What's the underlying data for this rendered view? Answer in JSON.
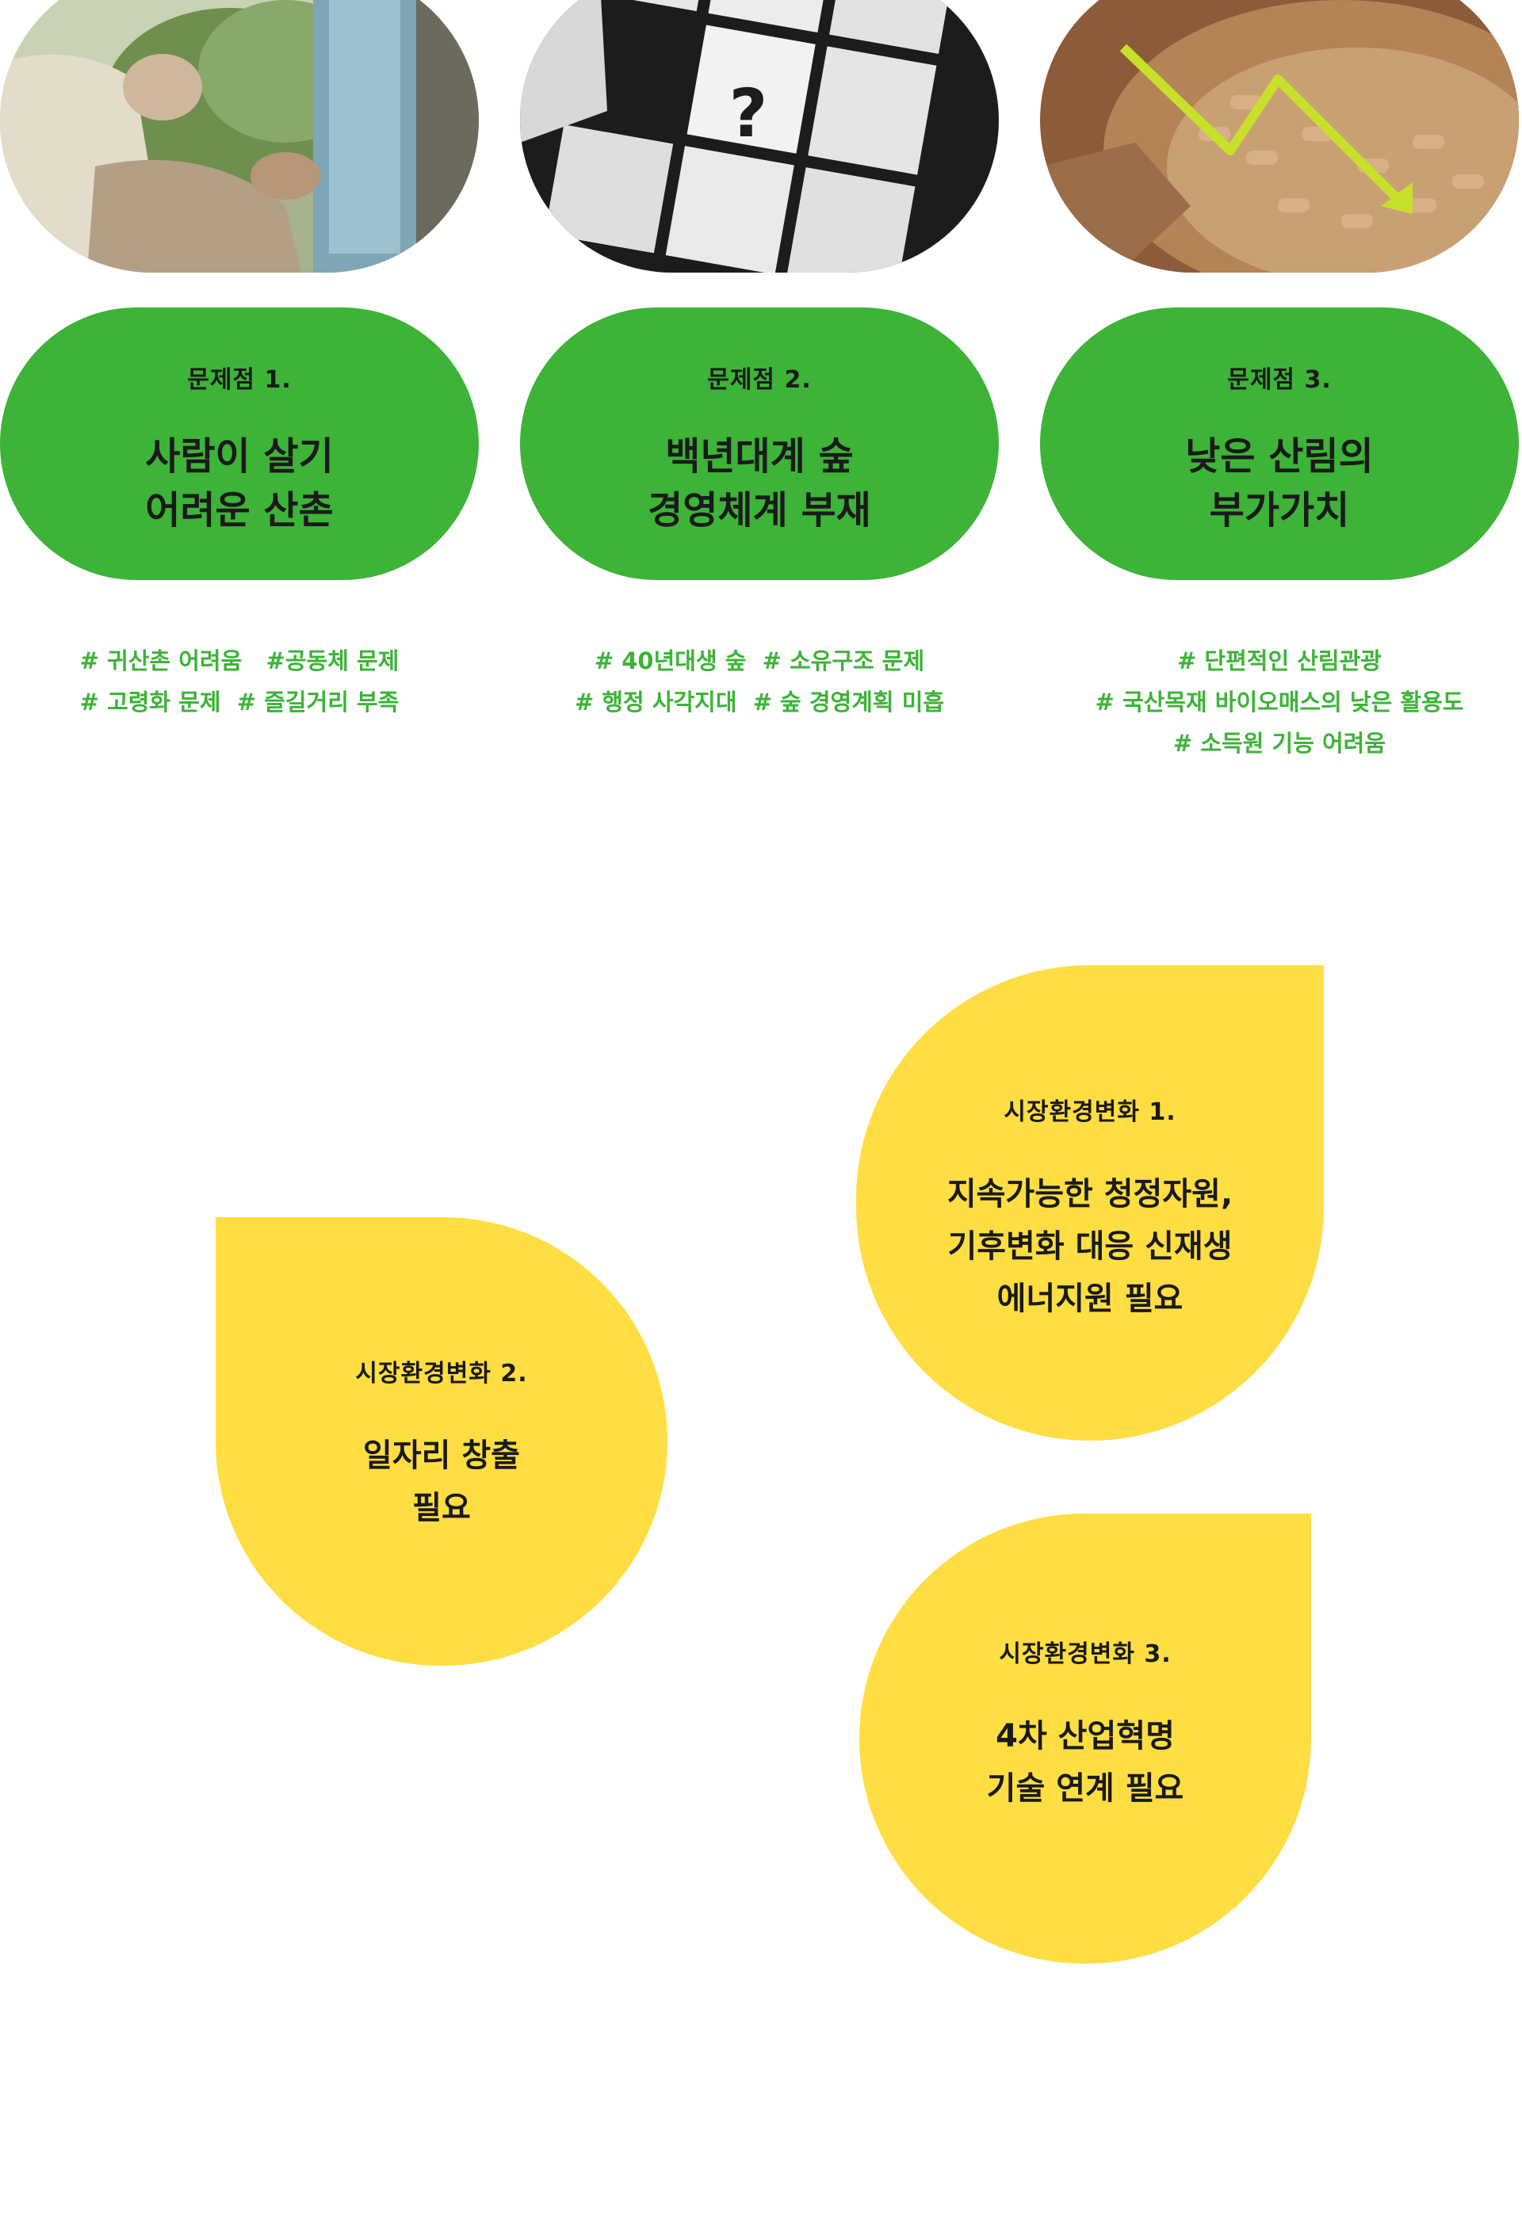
{
  "colors": {
    "green": "#3db338",
    "yellow": "#fede43",
    "text": "#1a1a1a",
    "background": "#ffffff"
  },
  "problems": [
    {
      "label": "문제점 1.",
      "title": "사람이 살기\n어려운 산촌",
      "tags": [
        "# 귀산촌 어려움   #공동체 문제",
        "# 고령화 문제  # 즐길거리 부족"
      ],
      "image": "elderly-villager-photo"
    },
    {
      "label": "문제점 2.",
      "title": "백년대계 숲\n경영체계 부재",
      "tags": [
        "# 40년대생 숲  # 소유구조 문제",
        "# 행정 사각지대  # 숲 경영계획 미흡"
      ],
      "image": "question-mark-grid-photo"
    },
    {
      "label": "문제점 3.",
      "title": "낮은 산림의\n부가가치",
      "tags": [
        "# 단편적인 산림관광",
        "# 국산목재 바이오매스의 낮은 활용도",
        "# 소득원 기능 어려움"
      ],
      "image": "wood-pellet-decline-photo"
    }
  ],
  "market_changes": [
    {
      "label": "시장환경변화  1.",
      "title": "지속가능한 청정자원,\n기후변화 대응 신재생\n에너지원 필요"
    },
    {
      "label": "시장환경변화  2.",
      "title": "일자리 창출\n필요"
    },
    {
      "label": "시장환경변화  3.",
      "title": "4차 산업혁명\n기술 연계 필요"
    }
  ]
}
